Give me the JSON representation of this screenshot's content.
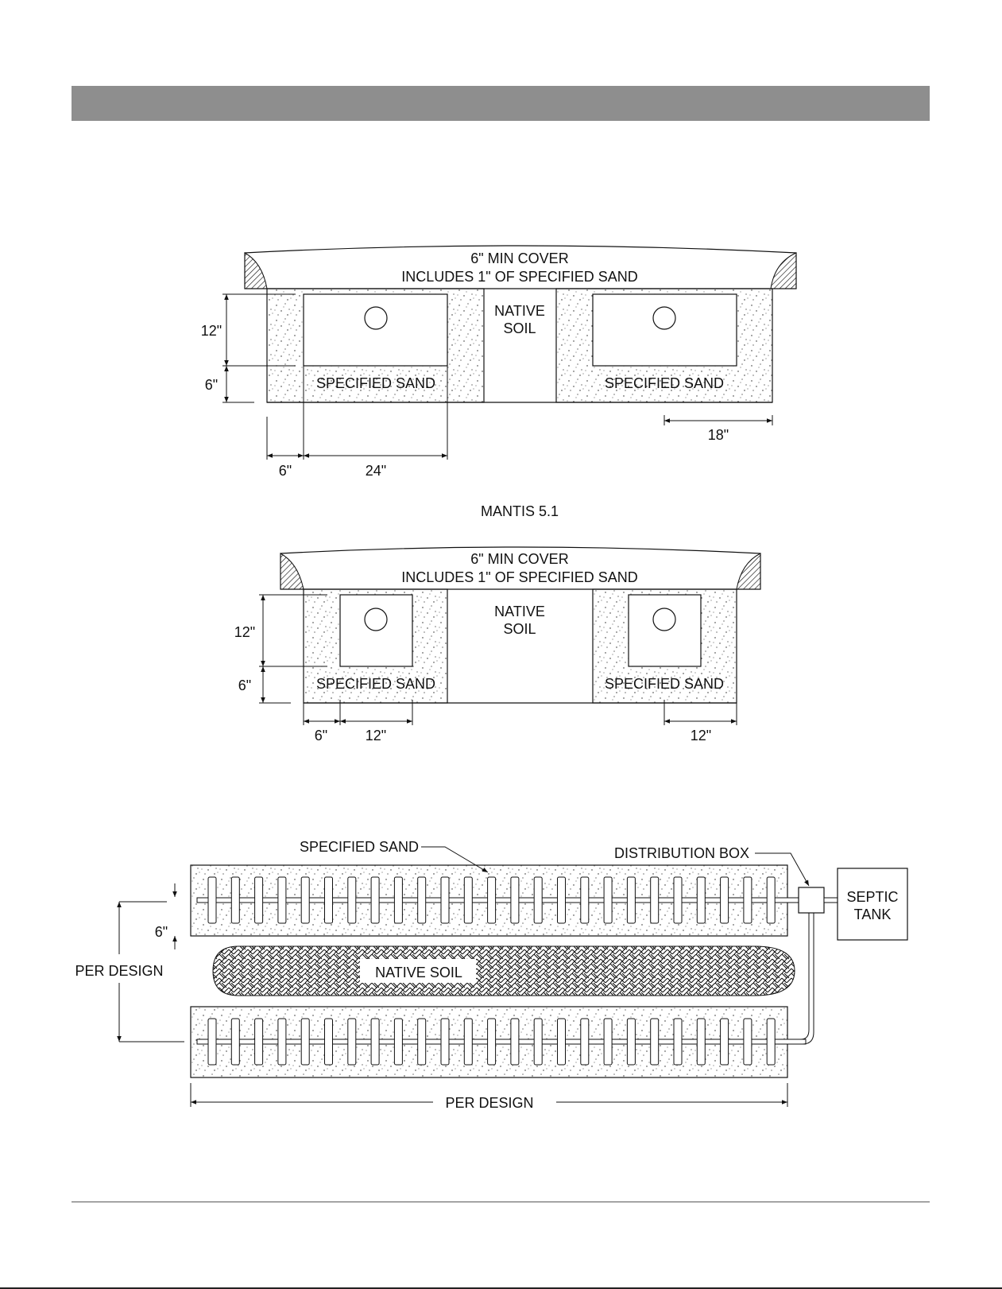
{
  "page": {
    "header_bar_color": "#8e8e8e"
  },
  "section1": {
    "cover_line1": "6\" MIN COVER",
    "cover_line2": "INCLUDES 1\" OF SPECIFIED SAND",
    "native_line1": "NATIVE",
    "native_line2": "SOIL",
    "sand_left": "SPECIFIED SAND",
    "sand_right": "SPECIFIED SAND",
    "dim_12": "12\"",
    "dim_6_vertical": "6\"",
    "dim_6_horizontal": "6\"",
    "dim_24": "24\"",
    "dim_18": "18\""
  },
  "caption": "MANTIS 5.1",
  "section2": {
    "cover_line1": "6\" MIN COVER",
    "cover_line2": "INCLUDES 1\" OF SPECIFIED SAND",
    "native_line1": "NATIVE",
    "native_line2": "SOIL",
    "sand_left": "SPECIFIED SAND",
    "sand_right": "SPECIFIED SAND",
    "dim_12_vertical": "12\"",
    "dim_6_vertical": "6\"",
    "dim_6_horizontal": "6\"",
    "dim_12_left": "12\"",
    "dim_12_right": "12\""
  },
  "plan": {
    "specified_sand": "SPECIFIED SAND",
    "distribution_box": "DISTRIBUTION BOX",
    "septic_line1": "SEPTIC",
    "septic_line2": "TANK",
    "native_soil": "NATIVE SOIL",
    "dim_6": "6\"",
    "per_design_vertical": "PER DESIGN",
    "per_design_horizontal": "PER DESIGN"
  }
}
